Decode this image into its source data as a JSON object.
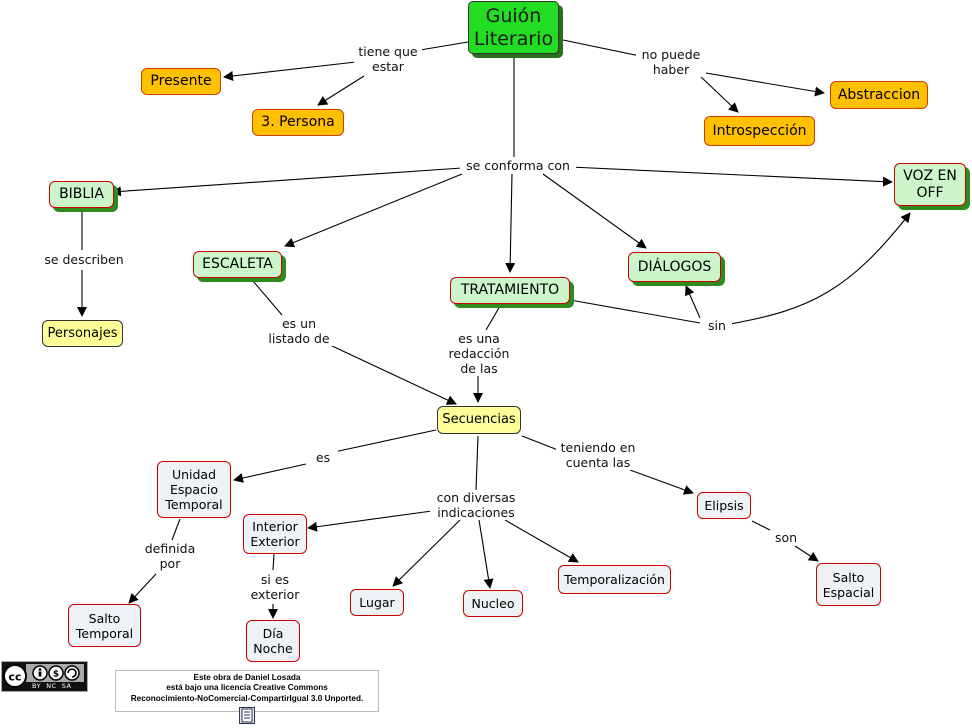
{
  "nodes": {
    "guion": "Guión\nLiterario",
    "presente": "Presente",
    "persona": "3. Persona",
    "abstraccion": "Abstraccion",
    "introspeccion": "Introspección",
    "biblia": "BIBLIA",
    "voz_en_off": "VOZ EN\nOFF",
    "escaleta": "ESCALETA",
    "tratamiento": "TRATAMIENTO",
    "dialogos": "DIÁLOGOS",
    "personajes": "Personajes",
    "secuencias": "Secuencias",
    "unidad": "Unidad\nEspacio\nTemporal",
    "interior": "Interior\nExterior",
    "elipsis": "Elipsis",
    "salto_temporal": "Salto\nTemporal",
    "dia_noche": "Día\nNoche",
    "lugar": "Lugar",
    "nucleo": "Nucleo",
    "temporalizacion": "Temporalización",
    "salto_espacial": "Salto\nEspacial"
  },
  "links": {
    "tiene_que_estar": "tiene que\nestar",
    "no_puede_haber": "no puede\nhaber",
    "se_conforma_con": "se conforma con",
    "se_describen": "se describen",
    "es_un_listado": "es un\nlistado de",
    "es_una_redaccion": "es una\nredacción\nde las",
    "sin": "sin",
    "es": "es",
    "teniendo": "teniendo en\ncuenta las",
    "con_diversas": "con diversas\nindicaciones",
    "definida_por": "definida\npor",
    "si_es_exterior": "si es\nexterior",
    "son": "son"
  },
  "license": {
    "cc_badge": "BY  NC  SA",
    "line1": "Este obra de Daniel Losada",
    "line2": "está bajo una licencia Creative Commons",
    "line3": "Reconocimiento-NoComercial-CompartirIgual 3.0 Unported."
  },
  "icons": {
    "cc_logo": "cc-icon",
    "document": "document-icon"
  },
  "colors": {
    "root_fill": "#22dd22",
    "orange_fill": "#ffc000",
    "green_fill": "#ccf5cc",
    "yellow_fill": "#ffff99",
    "gray_fill": "#eef2f4",
    "node_border": "#cc0000",
    "shadow": "#2f8a1f"
  }
}
